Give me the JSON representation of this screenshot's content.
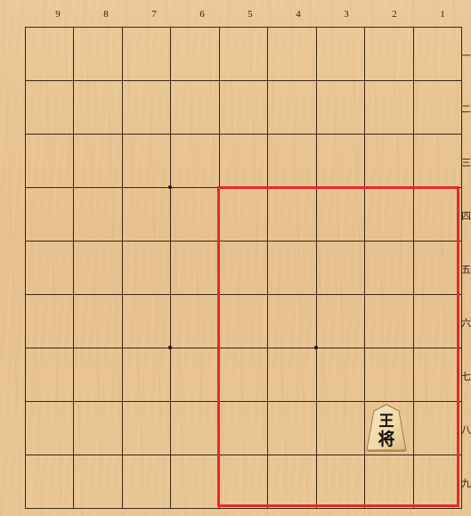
{
  "board": {
    "files": [
      "9",
      "8",
      "7",
      "6",
      "5",
      "4",
      "3",
      "2",
      "1"
    ],
    "ranks": [
      "一",
      "二",
      "三",
      "四",
      "五",
      "六",
      "七",
      "八",
      "九"
    ],
    "highlight_color": "#e52b28",
    "line_color": "#3a2614",
    "wood_color": "#e6c08e"
  },
  "piece": {
    "name": "king",
    "text_top": "王",
    "text_bottom": "将",
    "file": "2",
    "rank": "八"
  }
}
